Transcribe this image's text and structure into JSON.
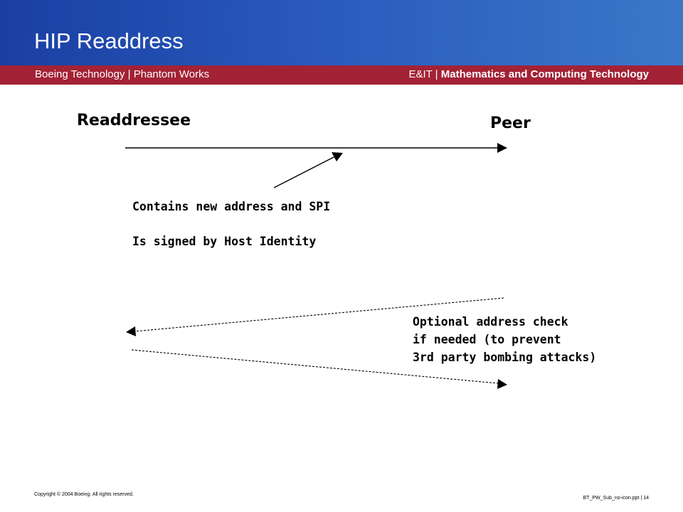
{
  "slide": {
    "title": "HIP Readdress",
    "org_left": "Boeing Technology | Phantom Works",
    "org_right_prefix": "E&IT | ",
    "org_right_bold": "Mathematics and Computing Technology",
    "copyright": "Copyright © 2004 Boeing. All rights reserved.",
    "file_page": "BT_PW_Sub_no-icon.ppt | 14"
  },
  "diagram": {
    "left_party": "Readdressee",
    "right_party": "Peer",
    "message_note_1": "Contains new address and SPI",
    "message_note_2": "Is signed by Host Identity",
    "check_note_1": "Optional address check",
    "check_note_2": "if needed (to prevent",
    "check_note_3": "3rd party bombing attacks)"
  },
  "colors": {
    "header_blue": "#2a5cbe",
    "band_red": "#a32235"
  }
}
